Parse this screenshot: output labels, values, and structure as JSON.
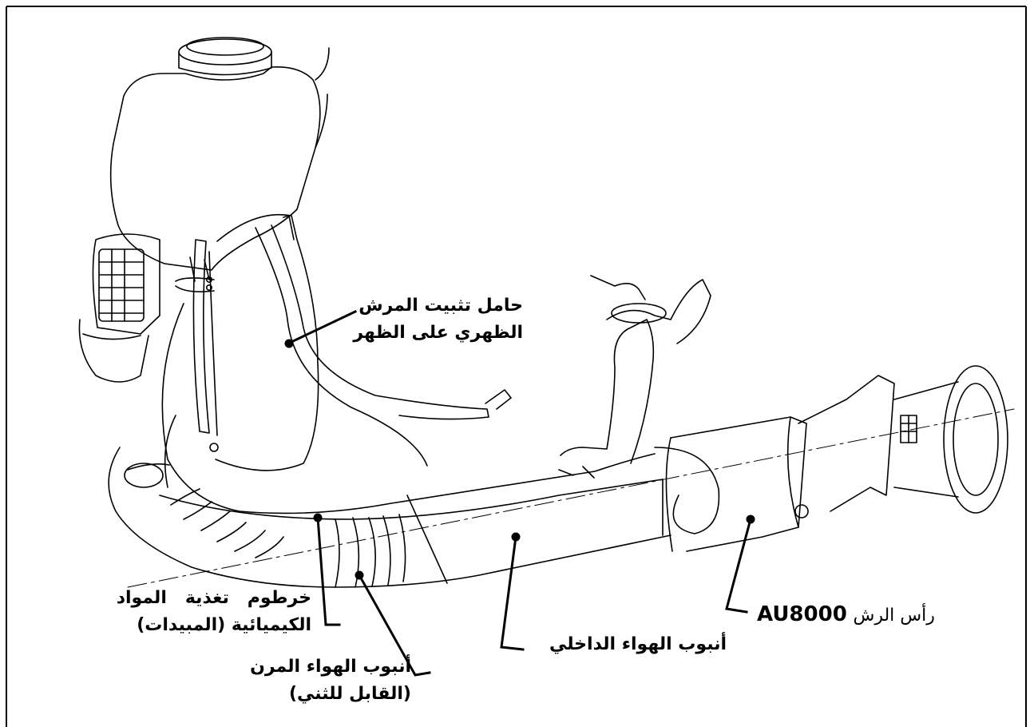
{
  "labels": {
    "harness": {
      "line1": "حامل تثبيت المرش",
      "line2": "الظهري على الظهر"
    },
    "spray_head": {
      "prefix": "رأس الرش",
      "model": "AU8000"
    },
    "feed_hose": {
      "line1": "خرطوم   تغذية   المواد",
      "line2": "الكيميائية (المبيدات)"
    },
    "inner_air_tube": {
      "text": "أنبوب الهواء الداخلي"
    },
    "flexible_air_tube": {
      "line1": "أنبوب الهواء المرن",
      "line2": "(القابل للثني)"
    }
  }
}
